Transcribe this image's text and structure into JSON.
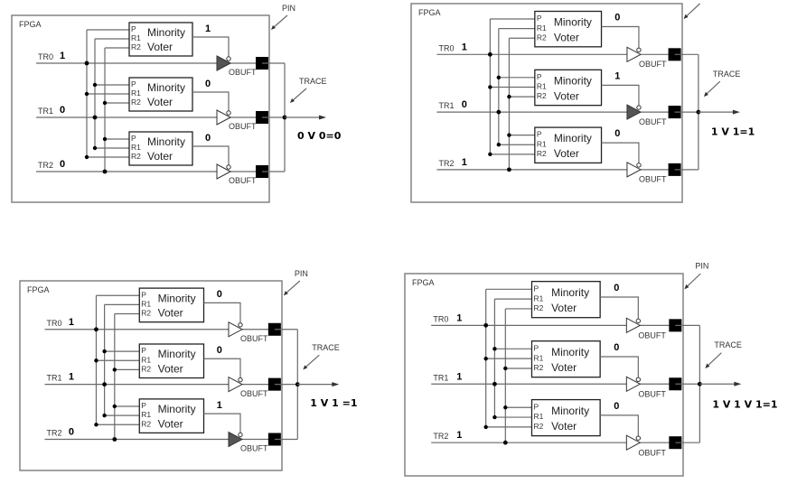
{
  "labels": {
    "fpga": "FPGA",
    "pin": "PIN",
    "trace": "TRACE",
    "obuft": "OBUFT",
    "voter_line1": "Minority",
    "voter_line2": "Voter",
    "port_p": "P",
    "port_r1": "R1",
    "port_r2": "R2",
    "tr_names": [
      "TR0",
      "TR1",
      "TR2"
    ]
  },
  "panels": [
    {
      "id": "top-left",
      "tr_values": [
        "1",
        "0",
        "0"
      ],
      "voter_outputs": [
        "1",
        "0",
        "0"
      ],
      "active_buffers": [
        true,
        false,
        false
      ],
      "result": "0 V 0=0"
    },
    {
      "id": "top-right",
      "tr_values": [
        "1",
        "0",
        "1"
      ],
      "voter_outputs": [
        "0",
        "1",
        "0"
      ],
      "active_buffers": [
        false,
        true,
        false
      ],
      "result": "1 V 1=1"
    },
    {
      "id": "bottom-left",
      "tr_values": [
        "1",
        "1",
        "0"
      ],
      "voter_outputs": [
        "0",
        "0",
        "1"
      ],
      "active_buffers": [
        false,
        false,
        true
      ],
      "result": "1 V 1 =1"
    },
    {
      "id": "bottom-right",
      "tr_values": [
        "1",
        "1",
        "1"
      ],
      "voter_outputs": [
        "0",
        "0",
        "0"
      ],
      "active_buffers": [
        false,
        false,
        false
      ],
      "result": "1 V 1 V 1=1"
    }
  ]
}
